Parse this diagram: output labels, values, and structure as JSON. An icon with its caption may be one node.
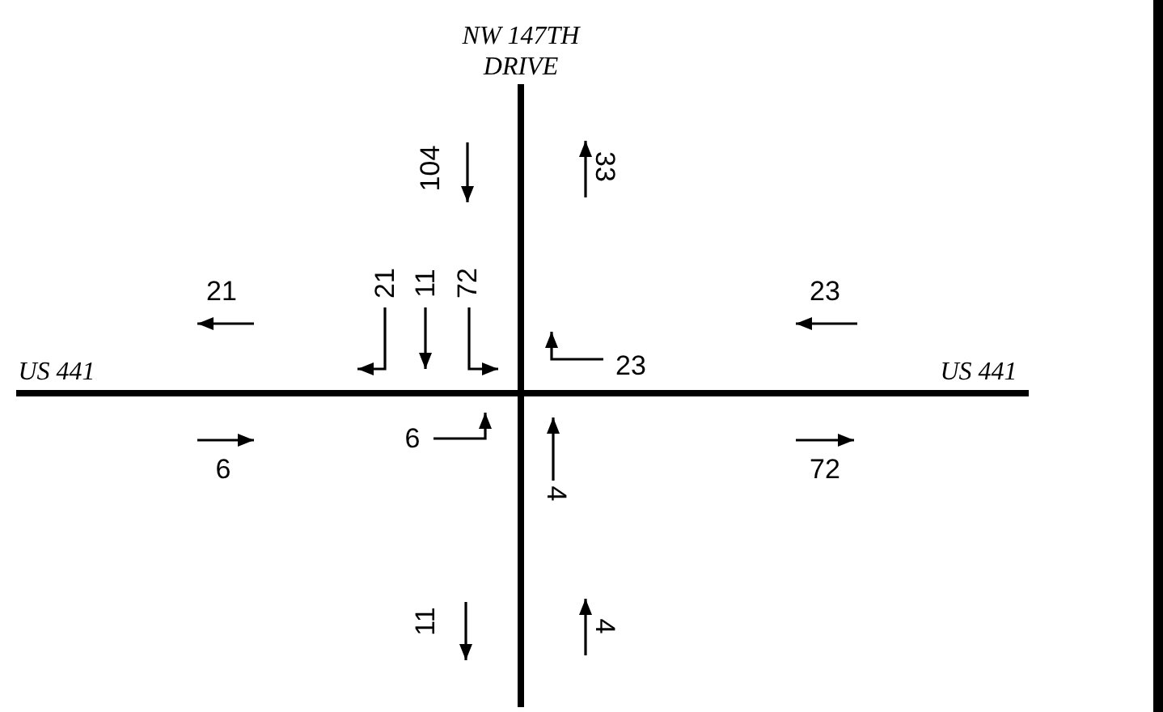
{
  "diagram": {
    "labels": [
      "NW 147TH DRIVE",
      "104",
      "33",
      "21",
      "21",
      "11",
      "72",
      "23",
      "US 441",
      "23",
      "US 441",
      "6",
      "6",
      "4",
      "72",
      "11",
      "4"
    ]
  }
}
